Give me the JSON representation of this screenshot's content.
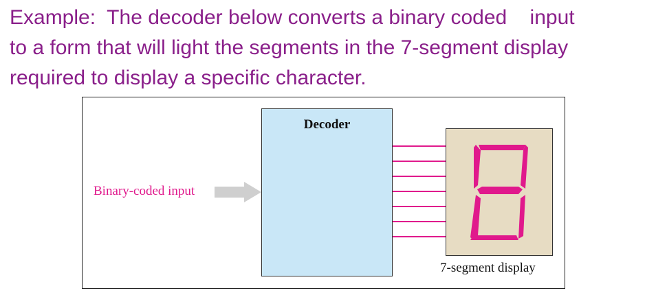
{
  "heading": {
    "line1": "Example:  The decoder below converts a binary coded    input",
    "line2": "to a form that will light the segments in the 7-segment display",
    "line3": "required to display a specific character."
  },
  "diagram": {
    "decoder_label": "Decoder",
    "input_label": "Binary-coded input",
    "display_label": "7-segment display",
    "segment_line_count": 7,
    "colors": {
      "heading_text": "#8a1f8a",
      "signal_lines": "#e0198c",
      "segments": "#e0198c",
      "decoder_fill": "#c9e7f7",
      "display_fill": "#e7dcc3",
      "input_arrow": "#cfcfcf"
    }
  }
}
